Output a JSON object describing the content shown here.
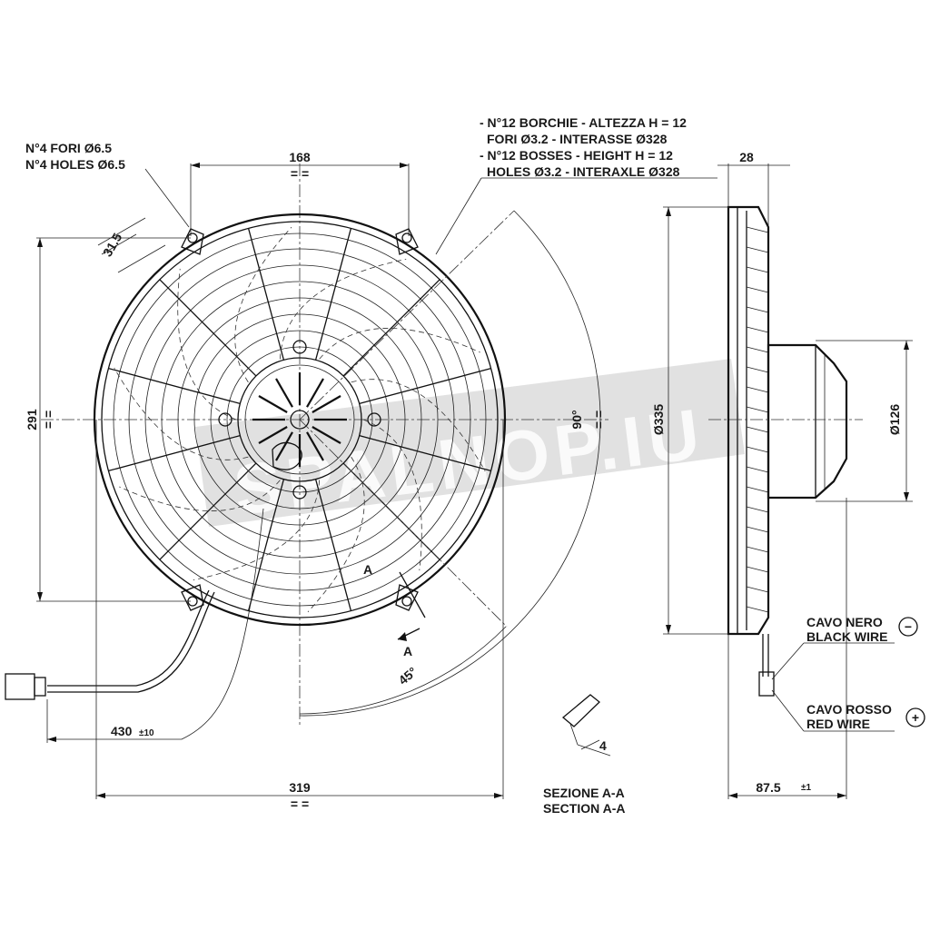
{
  "notes": {
    "holes_it": "N°4 FORI Ø6.5",
    "holes_en": "N°4 HOLES Ø6.5",
    "bosses_it_1": "- N°12 BORCHIE - ALTEZZA H = 12",
    "bosses_it_2": "FORI Ø3.2 - INTERASSE Ø328",
    "bosses_en_1": "- N°12 BOSSES - HEIGHT H = 12",
    "bosses_en_2": "HOLES Ø3.2 - INTERAXLE Ø328"
  },
  "dimensions": {
    "top_width": "168",
    "hole_offset": "31.5",
    "height_left": "291",
    "angle_90": "90°",
    "angle_45": "45°",
    "cable_length": "430",
    "cable_tolerance": "±10",
    "overall_width": "319",
    "depth_top": "28",
    "diameter_total": "Ø335",
    "diameter_motor": "Ø126",
    "depth_total": "87.5",
    "depth_tolerance": "±1",
    "section_depth": "4"
  },
  "labels": {
    "section_marker": "A",
    "section_it": "SEZIONE A-A",
    "section_en": "SECTION A-A",
    "black_it": "CAVO NERO",
    "black_en": "BLACK WIRE",
    "red_it": "CAVO ROSSO",
    "red_en": "RED WIRE",
    "minus_sign": "−",
    "plus_sign": "+",
    "watermark": "SPALNOP.IU"
  }
}
